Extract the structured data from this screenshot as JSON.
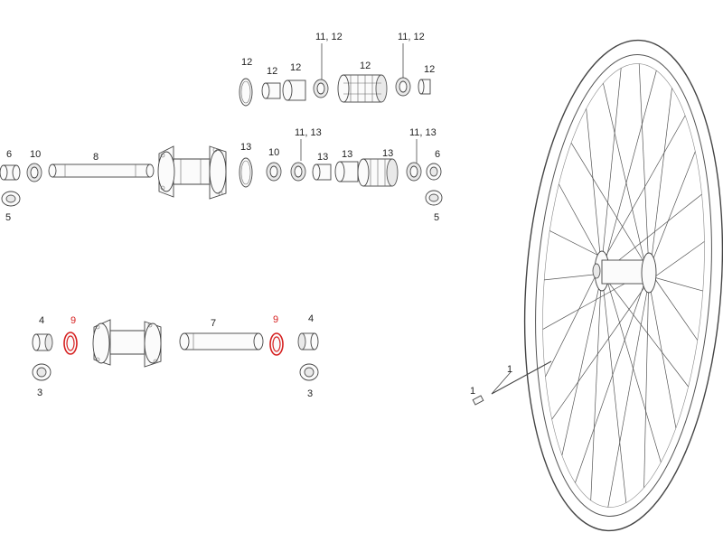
{
  "colors": {
    "line": "#333333",
    "highlight": "#d62020",
    "background": "#ffffff"
  },
  "callouts": {
    "c_11_12_a": "11, 12",
    "c_11_12_b": "11, 12",
    "c_12_a": "12",
    "c_12_b": "12",
    "c_12_c": "12",
    "c_12_d": "12",
    "c_12_e": "12",
    "c_6_a": "6",
    "c_10_a": "10",
    "c_8": "8",
    "c_13_a": "13",
    "c_10_b": "10",
    "c_11_13_a": "11, 13",
    "c_13_b": "13",
    "c_13_c": "13",
    "c_13_d": "13",
    "c_11_13_b": "11, 13",
    "c_6_b": "6",
    "c_5_a": "5",
    "c_5_b": "5",
    "c_4_a": "4",
    "c_9_a": "9",
    "c_7": "7",
    "c_9_b": "9",
    "c_4_b": "4",
    "c_3_a": "3",
    "c_3_b": "3",
    "c_1_a": "1",
    "c_1_b": "1"
  }
}
